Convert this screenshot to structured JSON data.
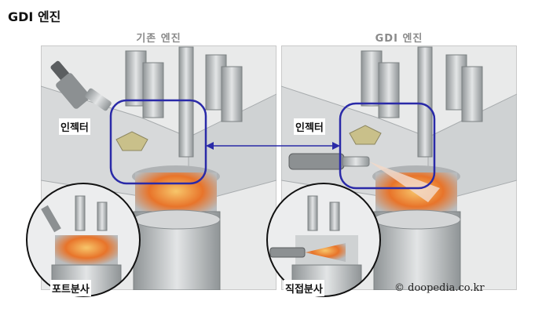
{
  "title": "GDI 엔진",
  "panels": {
    "left": {
      "heading": "기존 엔진",
      "injector_label": "인젝터",
      "inset_label": "포트분사"
    },
    "right": {
      "heading": "GDI 엔진",
      "injector_label": "인젝터",
      "inset_label": "직접분사"
    }
  },
  "credit": "© doopedia.co.kr",
  "colors": {
    "highlight_box": "#2a2aa8",
    "combustion": "#e8742a",
    "metal": "#b9bcbe",
    "background": "#e9eaea"
  }
}
